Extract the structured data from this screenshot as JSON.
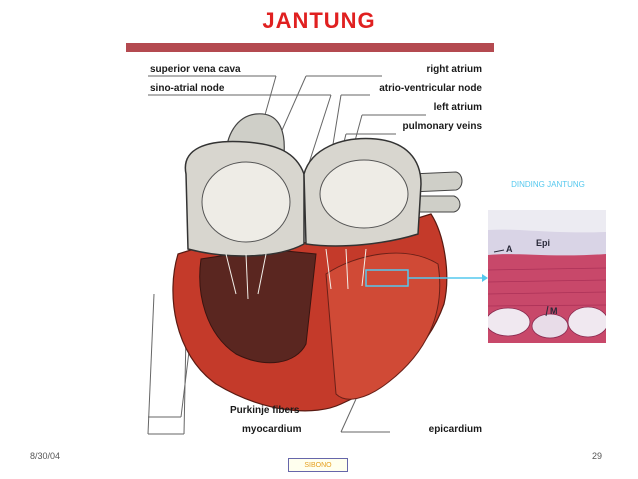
{
  "slide": {
    "title": "JANTUNG",
    "date": "8/30/04",
    "page_number": "29",
    "author": "SIBONO"
  },
  "labels_left": [
    "superior vena cava",
    "sino-atrial node",
    "Purkinje fibers",
    "myocardium"
  ],
  "labels_right": [
    "right atrium",
    "atrio-ventricular node",
    "left atrium",
    "pulmonary veins",
    "epicardium"
  ],
  "micrograph": {
    "title": "DINDING JANTUNG",
    "labels": [
      "A",
      "Epi",
      "M"
    ]
  },
  "colors": {
    "title": "#e02020",
    "rule": "#b44a50",
    "micro_title": "#55c8ee",
    "author_text": "#e6a020"
  }
}
